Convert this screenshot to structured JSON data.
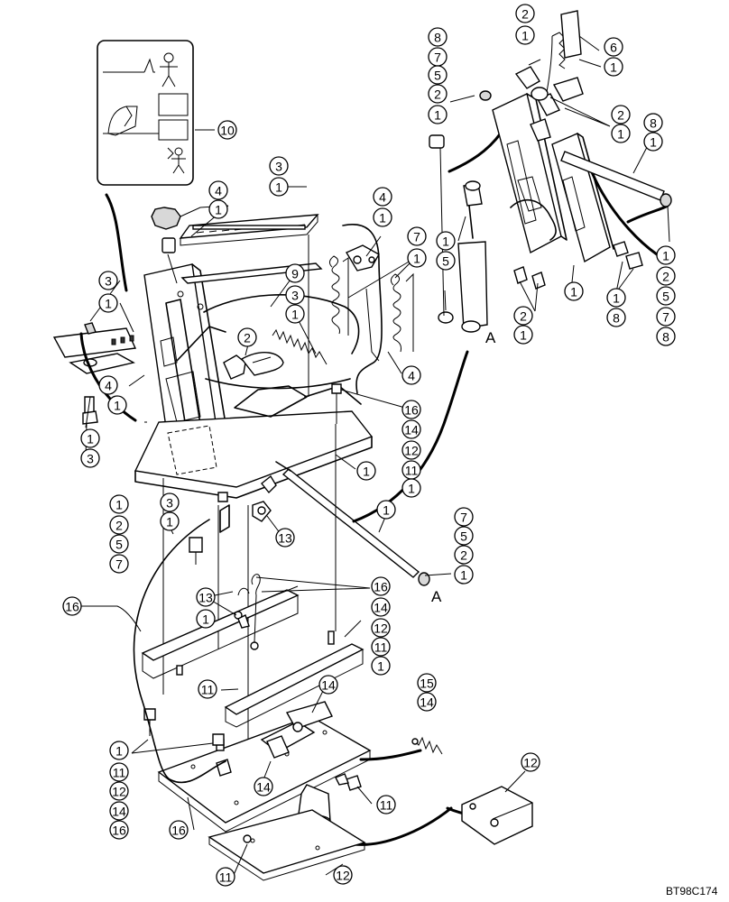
{
  "diagram": {
    "reference_code": "BT98C174",
    "view_letters": [
      "A",
      "A"
    ],
    "callout_numbers": {
      "n1": "1",
      "n2": "2",
      "n3": "3",
      "n4": "4",
      "n5": "5",
      "n6": "6",
      "n7": "7",
      "n8": "8",
      "n9": "9",
      "n10": "10",
      "n11": "11",
      "n12": "12",
      "n13": "13",
      "n14": "14",
      "n15": "15",
      "n16": "16"
    }
  }
}
